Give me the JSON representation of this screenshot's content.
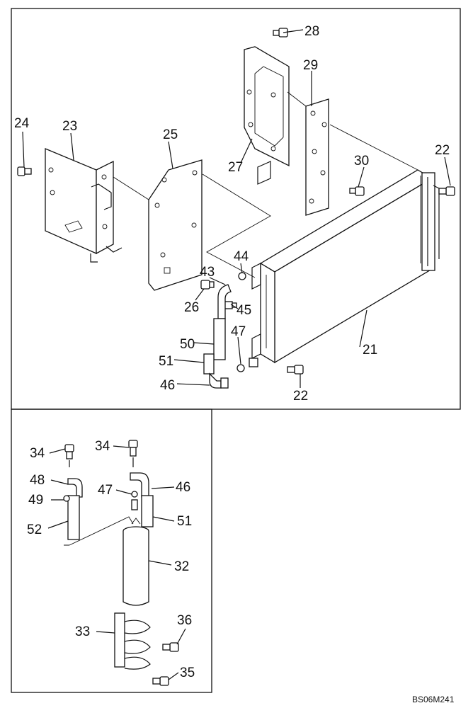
{
  "drawing_code": "BS06M241",
  "upper_labels": [
    "28",
    "29",
    "24",
    "23",
    "25",
    "27",
    "30",
    "22",
    "22",
    "21",
    "44",
    "43",
    "45",
    "26",
    "47",
    "50",
    "51",
    "46"
  ],
  "lower_labels": [
    "34",
    "34",
    "48",
    "46",
    "49",
    "47",
    "52",
    "51",
    "32",
    "33",
    "36",
    "35"
  ]
}
